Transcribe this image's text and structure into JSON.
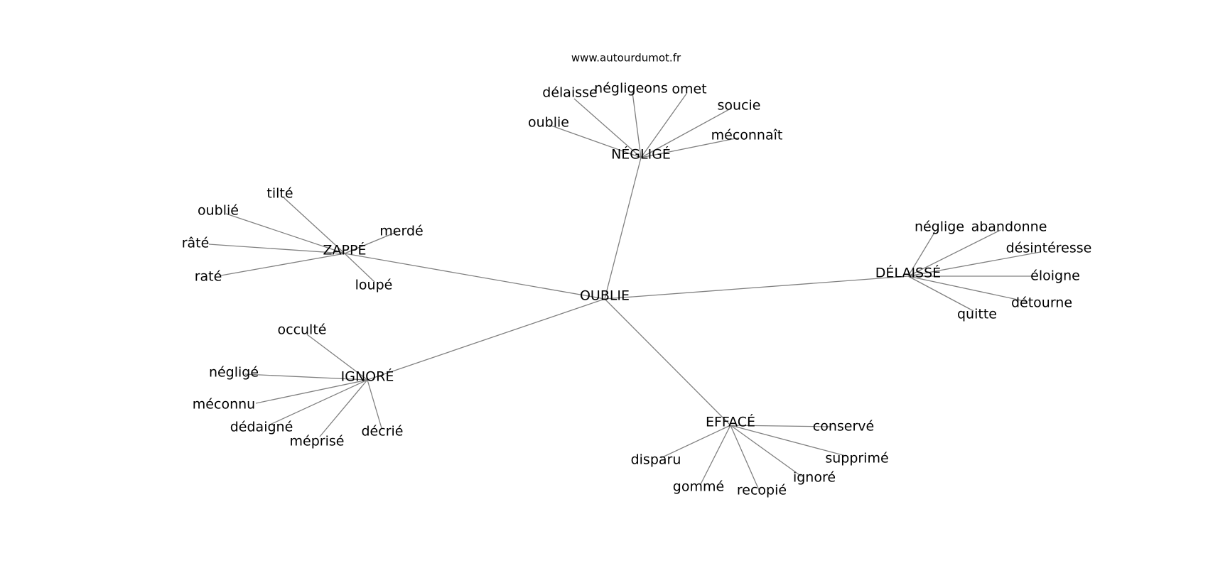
{
  "watermark": "www.autourdumot.fr",
  "graph": {
    "center": "OUBLIE",
    "clusters": [
      {
        "hub": "NÉGLIGÉ",
        "leaves": [
          "délaisse",
          "négligeons",
          "omet",
          "soucie",
          "oublie",
          "méconnaît"
        ]
      },
      {
        "hub": "ZAPPÉ",
        "leaves": [
          "tilté",
          "oublié",
          "râté",
          "raté",
          "merdé",
          "loupé"
        ]
      },
      {
        "hub": "IGNORÉ",
        "leaves": [
          "occulté",
          "négligé",
          "méconnu",
          "dédaigné",
          "méprisé",
          "décrié"
        ]
      },
      {
        "hub": "DÉLAISSÉ",
        "leaves": [
          "néglige",
          "abandonne",
          "désintéresse",
          "éloigne",
          "détourne",
          "quitte"
        ]
      },
      {
        "hub": "EFFACÉ",
        "leaves": [
          "conservé",
          "supprimé",
          "ignoré",
          "recopié",
          "gommé",
          "disparu"
        ]
      }
    ]
  }
}
